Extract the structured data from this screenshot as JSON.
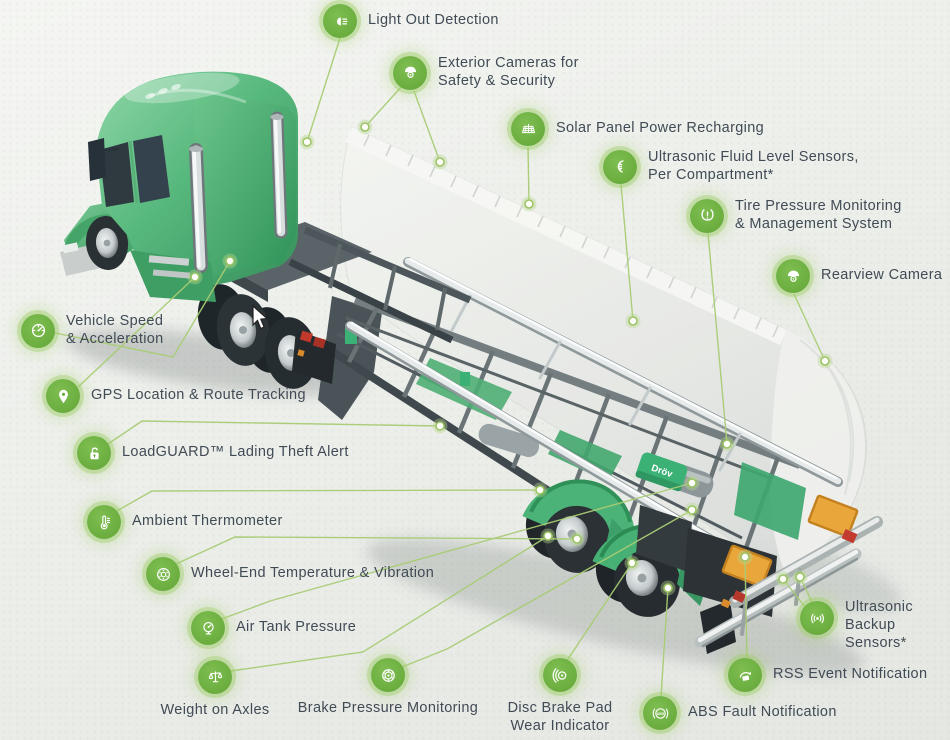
{
  "colors": {
    "icon_green": "#68ab3c",
    "icon_glow": "#9ecd68",
    "connector_line_green": "#a8cc74",
    "label_text": "#414b55",
    "truck_green": "#4fae72",
    "chassis_gray": "#5a6468",
    "tanker_ghost": "#eceeea",
    "telematics_box_green": "#3cb176",
    "hazard_plate_orange": "#e9a73b",
    "background": "#edeeeb"
  },
  "device_label": "Dröv",
  "callouts": [
    {
      "id": "light-out-detection",
      "icon": "headlight-icon",
      "label": "Light Out Detection"
    },
    {
      "id": "exterior-cameras",
      "icon": "dome-camera-icon",
      "label": "Exterior Cameras for\nSafety & Security"
    },
    {
      "id": "solar-panel-recharging",
      "icon": "solar-panel-icon",
      "label": "Solar Panel Power Recharging"
    },
    {
      "id": "ultrasonic-fluid-level",
      "icon": "fluid-level-sensor-icon",
      "label": "Ultrasonic Fluid Level Sensors,\nPer Compartment*"
    },
    {
      "id": "tire-pressure-monitoring",
      "icon": "tire-pressure-icon",
      "label": "Tire Pressure Monitoring\n& Management System"
    },
    {
      "id": "rearview-camera",
      "icon": "dome-camera-icon",
      "label": "Rearview Camera"
    },
    {
      "id": "vehicle-speed",
      "icon": "speedometer-icon",
      "label": "Vehicle Speed\n& Acceleration"
    },
    {
      "id": "gps-location",
      "icon": "location-pin-icon",
      "label": "GPS Location & Route Tracking"
    },
    {
      "id": "loadguard-theft-alert",
      "icon": "open-padlock-icon",
      "label": "LoadGUARD™ Lading Theft Alert"
    },
    {
      "id": "ambient-thermometer",
      "icon": "thermometer-icon",
      "label": "Ambient Thermometer"
    },
    {
      "id": "wheel-end-temperature",
      "icon": "wheel-hub-icon",
      "label": "Wheel-End Temperature & Vibration"
    },
    {
      "id": "air-tank-pressure",
      "icon": "pressure-gauge-icon",
      "label": "Air Tank Pressure"
    },
    {
      "id": "weight-on-axles",
      "icon": "balance-scale-icon",
      "label": "Weight on Axles"
    },
    {
      "id": "brake-pressure-monitoring",
      "icon": "brake-disc-icon",
      "label": "Brake Pressure Monitoring"
    },
    {
      "id": "disc-brake-pad-wear",
      "icon": "brake-pad-icon",
      "label": "Disc Brake Pad\nWear Indicator"
    },
    {
      "id": "abs-fault-notification",
      "icon": "abs-warning-icon",
      "label": "ABS Fault Notification"
    },
    {
      "id": "rss-event-notification",
      "icon": "rollover-arrow-icon",
      "label": "RSS Event Notification"
    },
    {
      "id": "ultrasonic-backup-sensors",
      "icon": "radar-waves-icon",
      "label": "Ultrasonic\nBackup\nSensors*"
    }
  ]
}
